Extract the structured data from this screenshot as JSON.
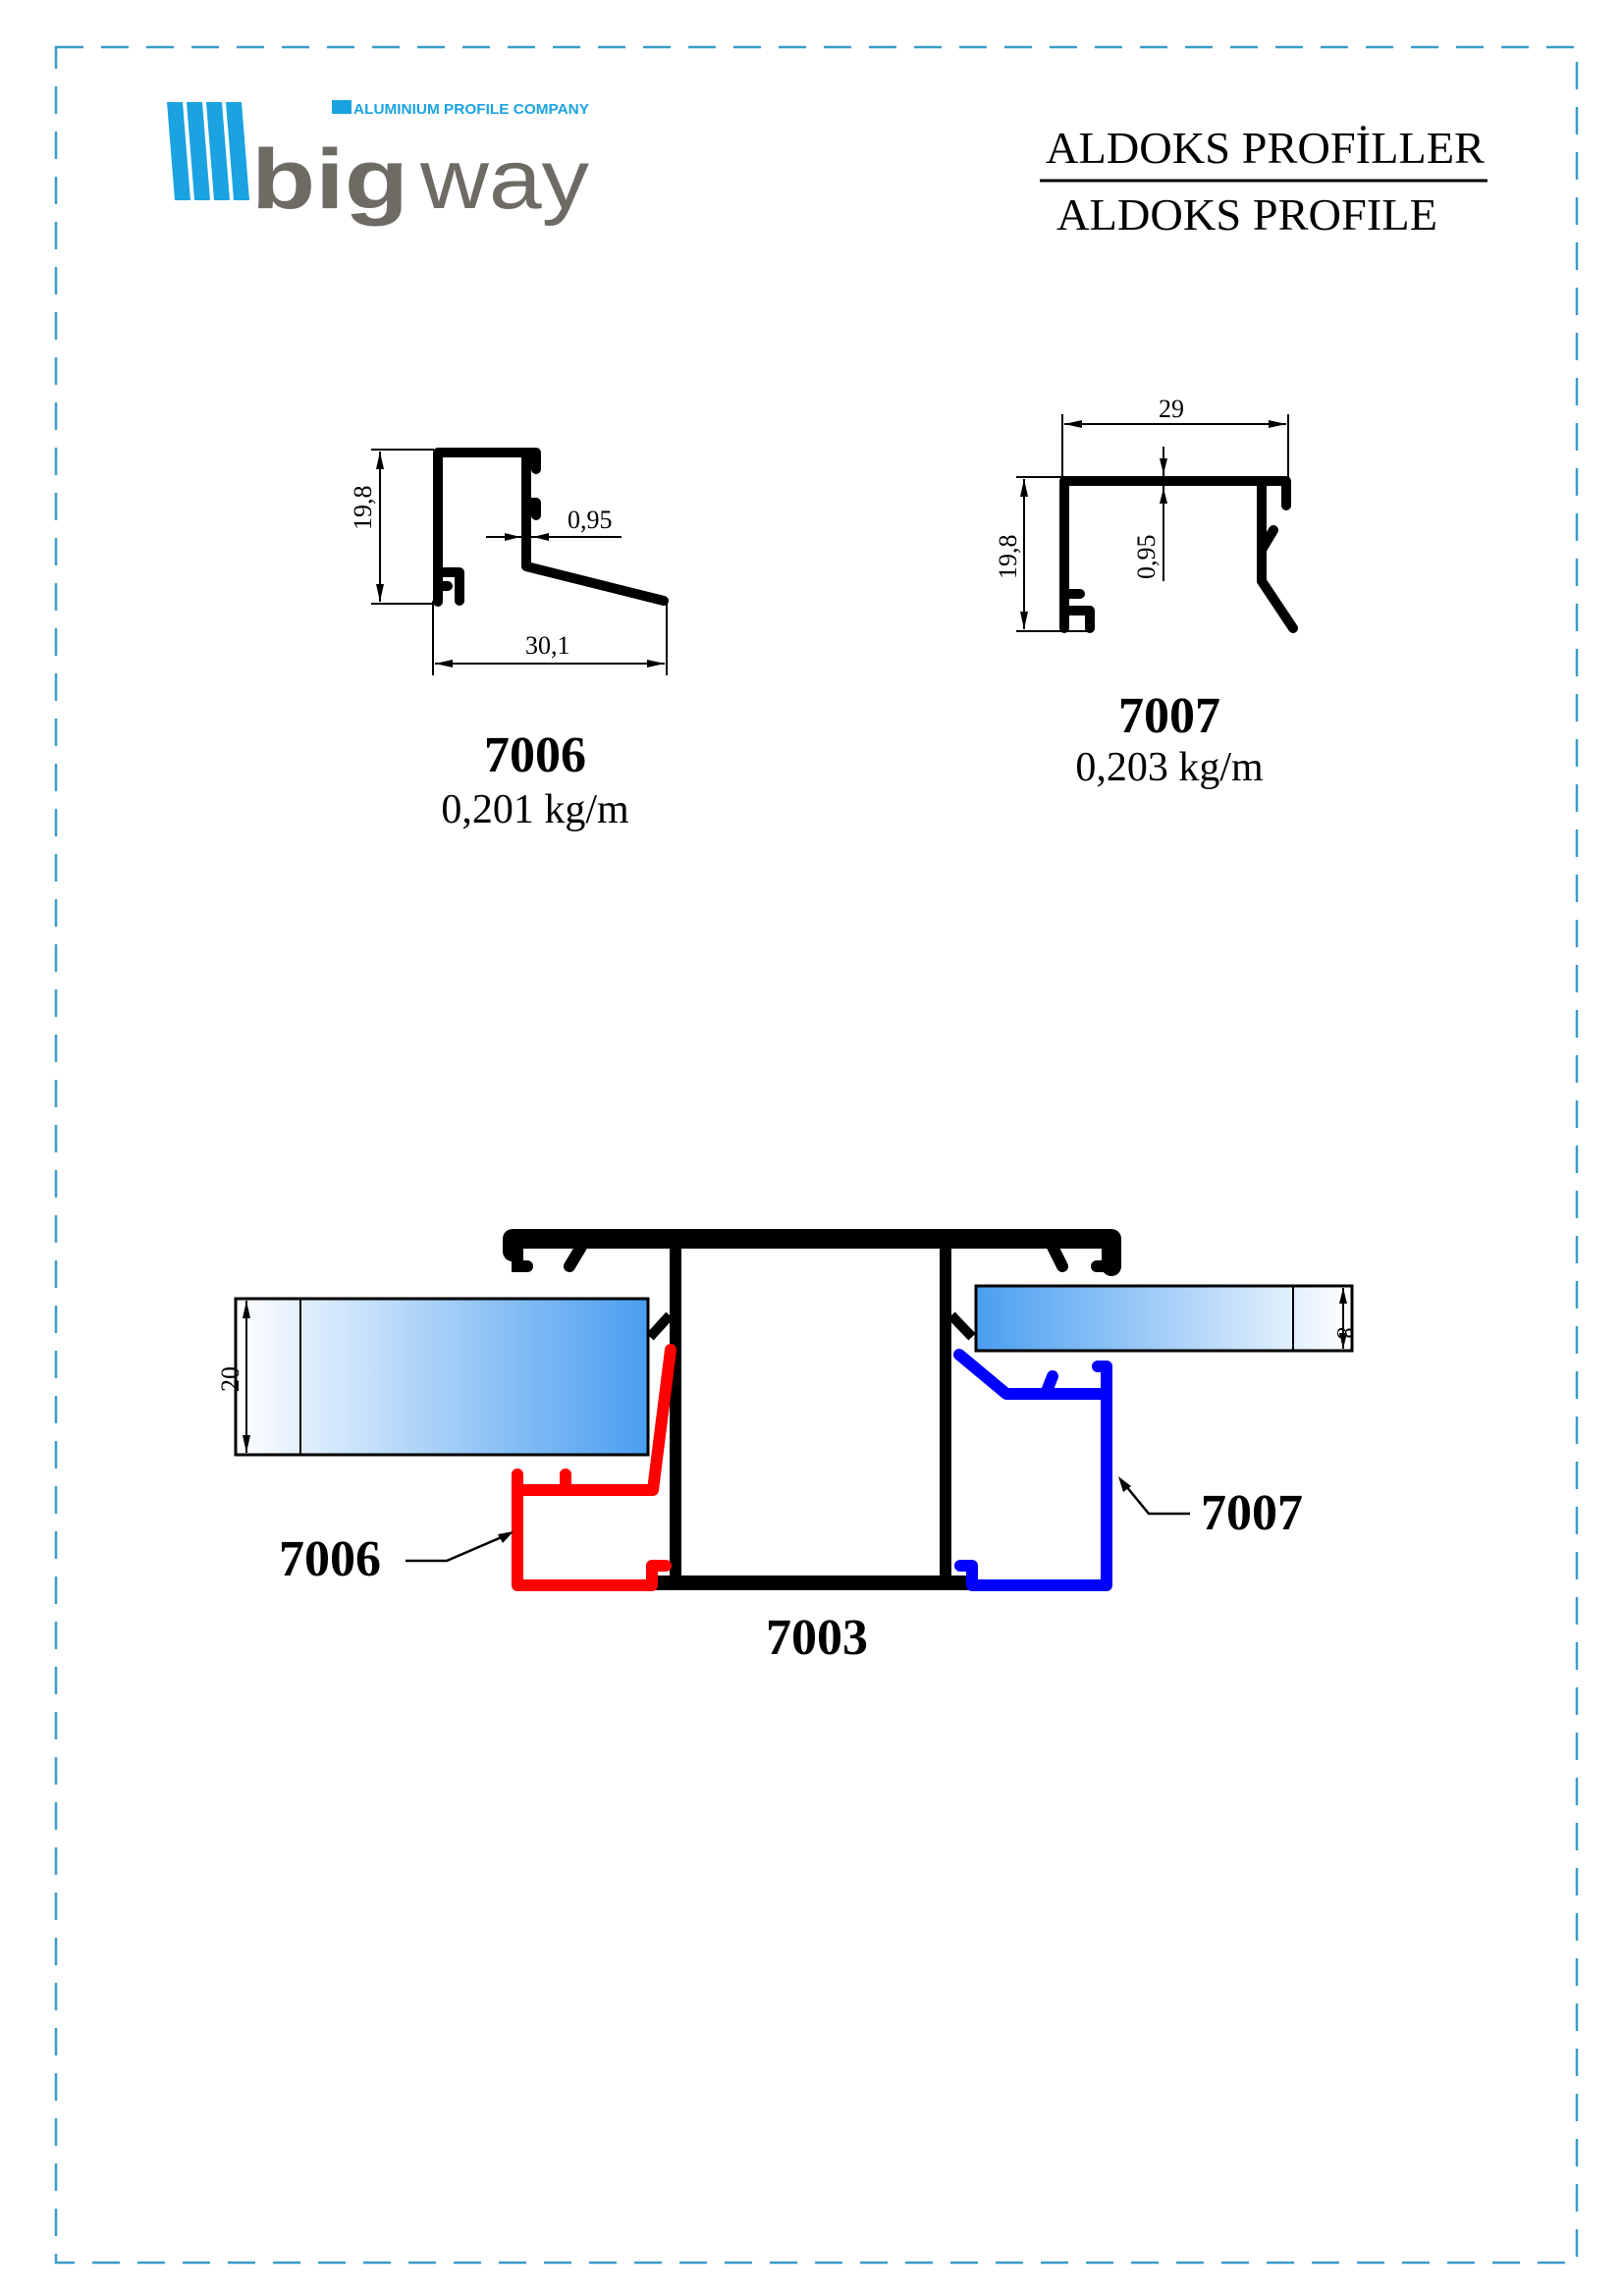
{
  "logo": {
    "brand_bold": "big",
    "brand_light": "way",
    "tagline": "ALUMINIUM PROFILE COMPANY"
  },
  "header": {
    "title_tr": "ALDOKS PROFİLLER",
    "title_en": "ALDOKS PROFILE"
  },
  "profiles": [
    {
      "code": "7006",
      "weight": "0,201 kg/m",
      "dims": {
        "height": "19,8",
        "width": "30,1",
        "thickness": "0,95"
      }
    },
    {
      "code": "7007",
      "weight": "0,203 kg/m",
      "dims": {
        "height": "19,8",
        "width": "29",
        "thickness": "0,95"
      }
    }
  ],
  "assembly": {
    "center_code": "7003",
    "left_code": "7006",
    "right_code": "7007",
    "left_glass_thickness": "20",
    "right_glass_thickness": "8"
  },
  "colors": {
    "border": "#3a9cc8",
    "logo_blue": "#1aa3e0",
    "logo_grey": "#6e6a64",
    "profile_left": "#ff0000",
    "profile_right": "#0000ff",
    "glass": "#4a9ef0"
  }
}
